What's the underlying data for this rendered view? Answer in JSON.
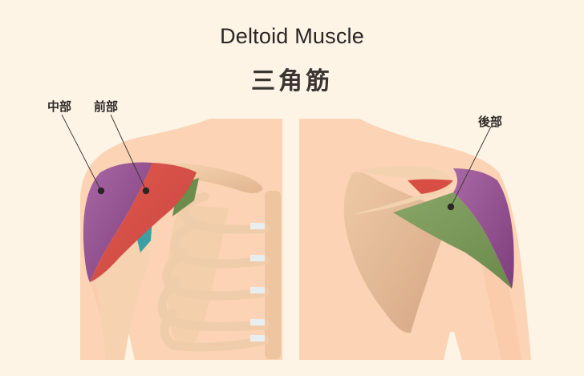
{
  "header": {
    "title_en": "Deltoid Muscle",
    "title_jp": "三角筋"
  },
  "front_view": {
    "labels": [
      {
        "text": "中部",
        "meaning": "middle part",
        "color": "#8e4a8a"
      },
      {
        "text": "前部",
        "meaning": "anterior part",
        "color": "#d84e44"
      }
    ]
  },
  "back_view": {
    "labels": [
      {
        "text": "後部",
        "meaning": "posterior part",
        "color": "#7b9a5a"
      }
    ]
  },
  "colors": {
    "background": "#fdf4e6",
    "skin": "#fcd3b4",
    "bone": "#f0c9a4",
    "middle_deltoid": "#8e4a8a",
    "anterior_deltoid": "#d84e44",
    "posterior_deltoid": "#7b9a5a",
    "text": "#2e2a28"
  }
}
